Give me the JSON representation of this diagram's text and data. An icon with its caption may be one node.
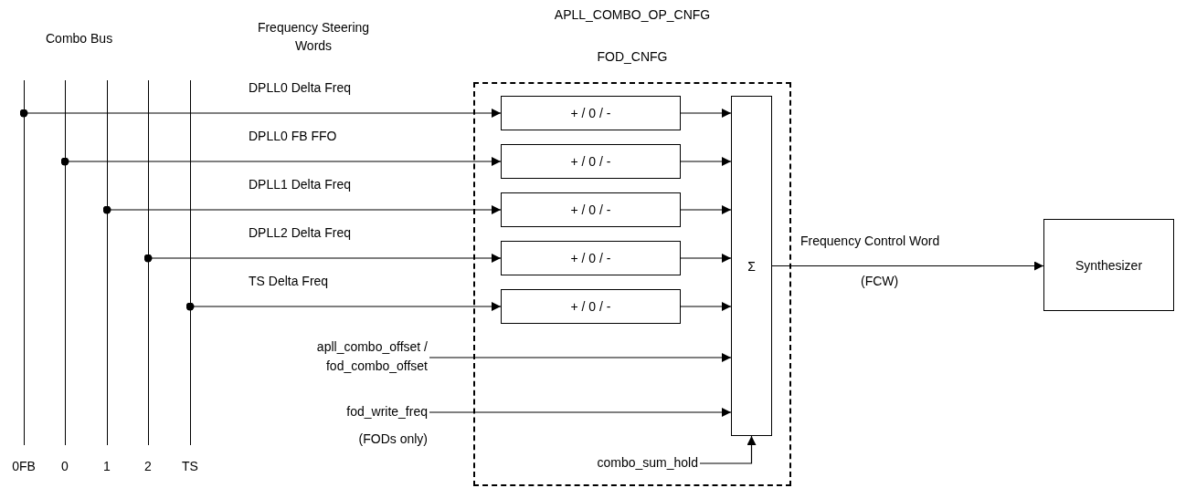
{
  "diagram": {
    "nodes": [
      {
        "text": [
          "APLL_COMBO_OP_CNFG",
          "FOD_CNFG"
        ]
      },
      {
        "text": [
          "+ / 0 / -"
        ],
        "in": 0
      },
      {
        "text": [
          "+ / 0 / -"
        ],
        "in": 0
      },
      {
        "text": [
          "+ / 0 / -"
        ],
        "in": 0
      },
      {
        "text": [
          "+ / 0 / -"
        ],
        "in": 0
      },
      {
        "text": [
          "+ / 0 / -"
        ],
        "in": 0
      },
      {
        "text": [
          "Σ"
        ],
        "in": 0
      },
      {
        "text": [
          "Synthesizer"
        ]
      },
      {
        "text": [
          "0FB"
        ]
      },
      {
        "text": [
          "0"
        ]
      },
      {
        "text": [
          "1"
        ]
      },
      {
        "text": [
          "2"
        ]
      },
      {
        "text": [
          "TS"
        ]
      },
      {
        "text": [
          "apll_combo_offset / fod_combo_offset"
        ]
      },
      {
        "text": [
          "fod_write_freq"
        ],
        "beside": [
          "(FODs only)"
        ]
      },
      {
        "text": [
          "combo_sum_hold"
        ],
        "in": 0
      }
    ],
    "edges": [
      {
        "from": 8,
        "to": 1,
        "arrow": "to",
        "label": "DPLL0 Delta Freq"
      },
      {
        "from": 9,
        "to": 2,
        "arrow": "to",
        "label": "DPLL0 FB FFO"
      },
      {
        "from": 10,
        "to": 3,
        "arrow": "to",
        "label": "DPLL1 Delta Freq"
      },
      {
        "from": 11,
        "to": 4,
        "arrow": "to",
        "label": "DPLL2 Delta Freq"
      },
      {
        "from": 12,
        "to": 5,
        "arrow": "to",
        "label": "TS Delta Freq"
      },
      {
        "from": 1,
        "to": 6,
        "arrow": "to"
      },
      {
        "from": 2,
        "to": 6,
        "arrow": "to"
      },
      {
        "from": 3,
        "to": 6,
        "arrow": "to"
      },
      {
        "from": 4,
        "to": 6,
        "arrow": "to"
      },
      {
        "from": 5,
        "to": 6,
        "arrow": "to"
      },
      {
        "from": 13,
        "to": 6,
        "arrow": "to"
      },
      {
        "from": 14,
        "to": 6,
        "arrow": "to"
      },
      {
        "from": 15,
        "to": 6,
        "arrow": "to"
      },
      {
        "from": 6,
        "to": 7,
        "arrow": "to",
        "label": "Frequency Control Word"
      }
    ],
    "labels": [
      "Combo Bus",
      "Frequency Steering Words",
      "(FCW)"
    ]
  }
}
